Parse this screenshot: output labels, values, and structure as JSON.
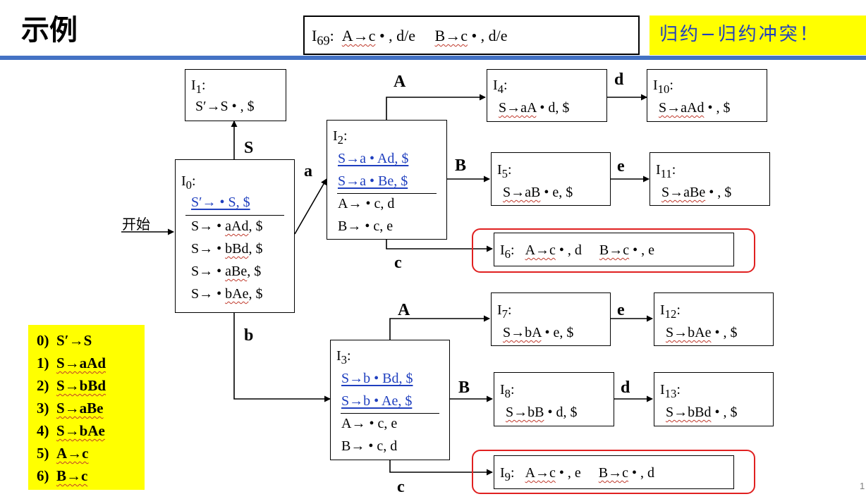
{
  "title": "示例",
  "header": {
    "conflict_state": "I69:   A→c • , d/e      B→c • ,  d/e",
    "conflict_state_parts": {
      "name": "I",
      "sub": "69",
      "p1": "A→c",
      "p1_tail": " • , d/e",
      "p2": "B→c",
      "p2_tail": " • ,  d/e"
    },
    "note": "归约−归约冲突！"
  },
  "start_label": "开始",
  "states": {
    "I0": {
      "name": "I",
      "sub": "0",
      "items": [
        {
          "pre": "",
          "text": "S′→ • S,    $",
          "style": "hl"
        },
        {
          "pre": "S→ • ",
          "text": "aAd",
          "post": ", $",
          "style": "wv"
        },
        {
          "pre": "S→ • ",
          "text": "bBd",
          "post": ", $",
          "style": "wv"
        },
        {
          "pre": "S→ • ",
          "text": "aBe",
          "post": ", $",
          "style": "wv"
        },
        {
          "pre": "S→ • ",
          "text": "bAe",
          "post": ", $",
          "style": "wv"
        }
      ]
    },
    "I1": {
      "name": "I",
      "sub": "1",
      "items": [
        {
          "text": "S′→S • ,  $"
        }
      ]
    },
    "I2": {
      "name": "I",
      "sub": "2",
      "items": [
        {
          "text": "S→a • Ad,  $",
          "style": "hl"
        },
        {
          "text": "S→a • Be,  $",
          "style": "hl"
        },
        {
          "text": "A→ • c,  d"
        },
        {
          "text": "B→ • c,  e"
        }
      ]
    },
    "I3": {
      "name": "I",
      "sub": "3",
      "items": [
        {
          "text": "S→b • Bd,  $",
          "style": "hl"
        },
        {
          "text": "S→b • Ae,  $",
          "style": "hl"
        },
        {
          "text": "A→ • c,  e"
        },
        {
          "text": "B→ • c,  d"
        }
      ]
    },
    "I4": {
      "name": "I",
      "sub": "4",
      "items": [
        {
          "w": "S→aA",
          "post": " • d,  $"
        }
      ]
    },
    "I5": {
      "name": "I",
      "sub": "5",
      "items": [
        {
          "w": "S→aB",
          "post": " • e,  $"
        }
      ]
    },
    "I6": {
      "name": "I",
      "sub": "6",
      "p1": "A→c",
      "p1_tail": " • , d",
      "p2": "B→c",
      "p2_tail": " • ,  e"
    },
    "I7": {
      "name": "I",
      "sub": "7",
      "items": [
        {
          "w": "S→bA",
          "post": " • e,  $"
        }
      ]
    },
    "I8": {
      "name": "I",
      "sub": "8",
      "items": [
        {
          "w": "S→bB",
          "post": " • d,  $"
        }
      ]
    },
    "I9": {
      "name": "I",
      "sub": "9",
      "p1": "A→c",
      "p1_tail": " • ,  e",
      "p2": "B→c",
      "p2_tail": " • ,  d"
    },
    "I10": {
      "name": "I",
      "sub": "10",
      "items": [
        {
          "w": "S→aAd",
          "post": " • ,  $"
        }
      ]
    },
    "I11": {
      "name": "I",
      "sub": "11",
      "items": [
        {
          "w": "S→aBe",
          "post": " • ,  $"
        }
      ]
    },
    "I12": {
      "name": "I",
      "sub": "12",
      "items": [
        {
          "w": "S→bAe",
          "post": " • ,  $"
        }
      ]
    },
    "I13": {
      "name": "I",
      "sub": "13",
      "items": [
        {
          "w": "S→bBd",
          "post": " • ,  $"
        }
      ]
    }
  },
  "transitions": [
    {
      "from": "I0",
      "to": "I1",
      "symbol": "S"
    },
    {
      "from": "I0",
      "to": "I2",
      "symbol": "a"
    },
    {
      "from": "I0",
      "to": "I3",
      "symbol": "b"
    },
    {
      "from": "I2",
      "to": "I4",
      "symbol": "A"
    },
    {
      "from": "I2",
      "to": "I5",
      "symbol": "B"
    },
    {
      "from": "I2",
      "to": "I6",
      "symbol": "c"
    },
    {
      "from": "I3",
      "to": "I7",
      "symbol": "A"
    },
    {
      "from": "I3",
      "to": "I8",
      "symbol": "B"
    },
    {
      "from": "I3",
      "to": "I9",
      "symbol": "c"
    },
    {
      "from": "I4",
      "to": "I10",
      "symbol": "d"
    },
    {
      "from": "I5",
      "to": "I11",
      "symbol": "e"
    },
    {
      "from": "I7",
      "to": "I12",
      "symbol": "e"
    },
    {
      "from": "I8",
      "to": "I13",
      "symbol": "d"
    }
  ],
  "grammar": [
    {
      "num": "0)",
      "rule": "S′→S"
    },
    {
      "num": "1)",
      "rule": "S→aAd"
    },
    {
      "num": "2)",
      "rule": "S→bBd"
    },
    {
      "num": "3)",
      "rule": "S→aBe"
    },
    {
      "num": "4)",
      "rule": "S→bAe"
    },
    {
      "num": "5)",
      "rule": "A→c"
    },
    {
      "num": "6)",
      "rule": "B→c"
    }
  ],
  "page_number": "1",
  "colors": {
    "accent_rule": "#4472c4",
    "highlight": "#ffff00",
    "conflict_ring": "#e02020",
    "kernel_item": "#1f3fbf"
  }
}
